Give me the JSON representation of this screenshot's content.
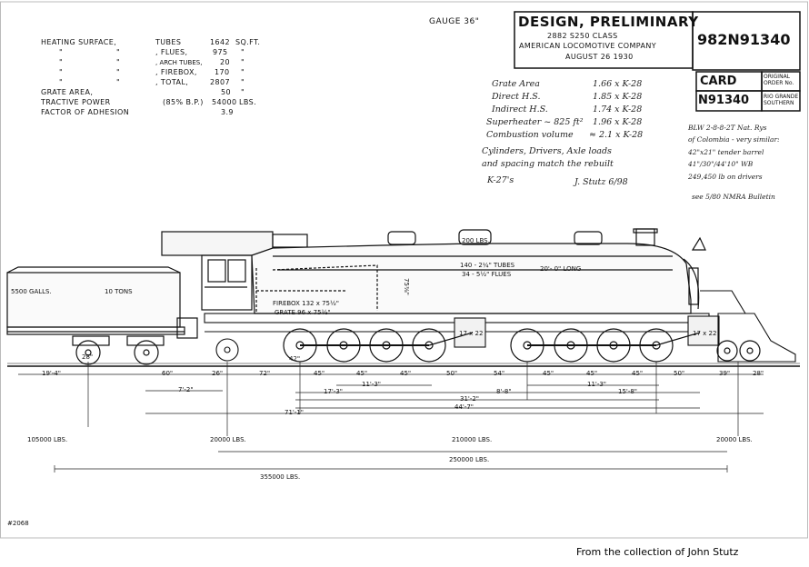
{
  "credit": "From the collection of John Stutz",
  "drawing_no": "#2068",
  "gauge": "GAUGE 36\"",
  "title_block": {
    "design": "DESIGN, PRELIMINARY",
    "class": "2882 S250 CLASS",
    "company": "AMERICAN LOCOMOTIVE COMPANY",
    "date": "AUGUST 26 1930",
    "number": "982N91340",
    "card_label": "CARD",
    "card_number": "N91340",
    "original_order_label": "ORIGINAL ORDER No.",
    "railway": "RIO GRANDE SOUTHERN"
  },
  "specs": [
    {
      "label": "HEATING SURFACE,",
      "sub": "TUBES",
      "value": "1642",
      "unit": "SQ.FT."
    },
    {
      "label": "\"",
      "mid": "\"",
      "sub": ", FLUES,",
      "value": "975",
      "unit": "\""
    },
    {
      "label": "\"",
      "mid": "\"",
      "sub": ", ARCH TUBES,",
      "value": "20",
      "unit": "\""
    },
    {
      "label": "\"",
      "mid": "\"",
      "sub": ", FIREBOX,",
      "value": "170",
      "unit": "\""
    },
    {
      "label": "\"",
      "mid": "\"",
      "sub": ", TOTAL,",
      "value": "2807",
      "unit": "\""
    },
    {
      "label": "GRATE AREA,",
      "value": "50",
      "unit": "\""
    },
    {
      "label": "TRACTIVE POWER",
      "sub": "(85% B.P.)",
      "value": "54000",
      "unit": "LBS."
    },
    {
      "label": "FACTOR OF ADHESION",
      "value": "3.9"
    }
  ],
  "notes_handwritten": [
    {
      "label": "Grate Area",
      "value": "1.66 x K-28"
    },
    {
      "label": "Direct H.S.",
      "value": "1.85 x K-28"
    },
    {
      "label": "Indirect H.S.",
      "value": "1.74 x K-28"
    },
    {
      "label": "Superheater ~ 825 ft²",
      "value": "1.96 x K-28"
    },
    {
      "label": "Combustion volume",
      "value": "≈ 2.1 x K-28"
    }
  ],
  "note_paragraph": [
    "Cylinders, Drivers, Axle loads",
    "and spacing match the rebuilt",
    "K-27's"
  ],
  "note_signature": "J. Stutz 6/98",
  "side_notes": [
    "BLW 2-8-8-2T Nat. Rys",
    "of Colombia - very similar:",
    "42\"x21\" tender barrel",
    "41\"/30\"/44'10\" WB",
    "249,450 lb on drivers"
  ],
  "side_note_ref": "see 5/80 NMRA Bulletin",
  "loco_labels": {
    "tank": "5500 GALLS.",
    "coal": "10 TONS",
    "dome": "200 LBS.",
    "tubes": "140 - 2¼\" TUBES",
    "flues": "34 - 5½\" FLUES",
    "boiler_len": "20'- 0\" LONG",
    "diameter": "75⅜\"",
    "firebox": "FIREBOX 132 x 75½\"",
    "grate": "GRATE 96 x 75½\"",
    "cyl_rear": "17 x 22",
    "cyl_front": "17 x 22",
    "tender_wheel": "28\"",
    "driver": "42\""
  },
  "dims_row1": [
    "19'-4\"",
    "60\"",
    "26\"",
    "72\"",
    "45\"",
    "45\"",
    "45\"",
    "50\"",
    "54\"",
    "45\"",
    "45\"",
    "45\"",
    "50\"",
    "39\"",
    "28\""
  ],
  "dims_row2": [
    {
      "label": "7'-2\""
    },
    {
      "label": "17'-3\""
    },
    {
      "label": "11'-3\""
    },
    {
      "label": "8'-8\""
    },
    {
      "label": "11'-3\""
    },
    {
      "label": "15'-8\""
    },
    {
      "label": "31'-2\""
    },
    {
      "label": "44'-7\""
    },
    {
      "label": "71'-1\""
    }
  ],
  "weights": [
    {
      "label": "105000 LBS."
    },
    {
      "label": "20000 LBS."
    },
    {
      "label": "210000 LBS."
    },
    {
      "label": "20000 LBS."
    },
    {
      "label": "250000 LBS."
    },
    {
      "label": "355000 LBS."
    }
  ]
}
